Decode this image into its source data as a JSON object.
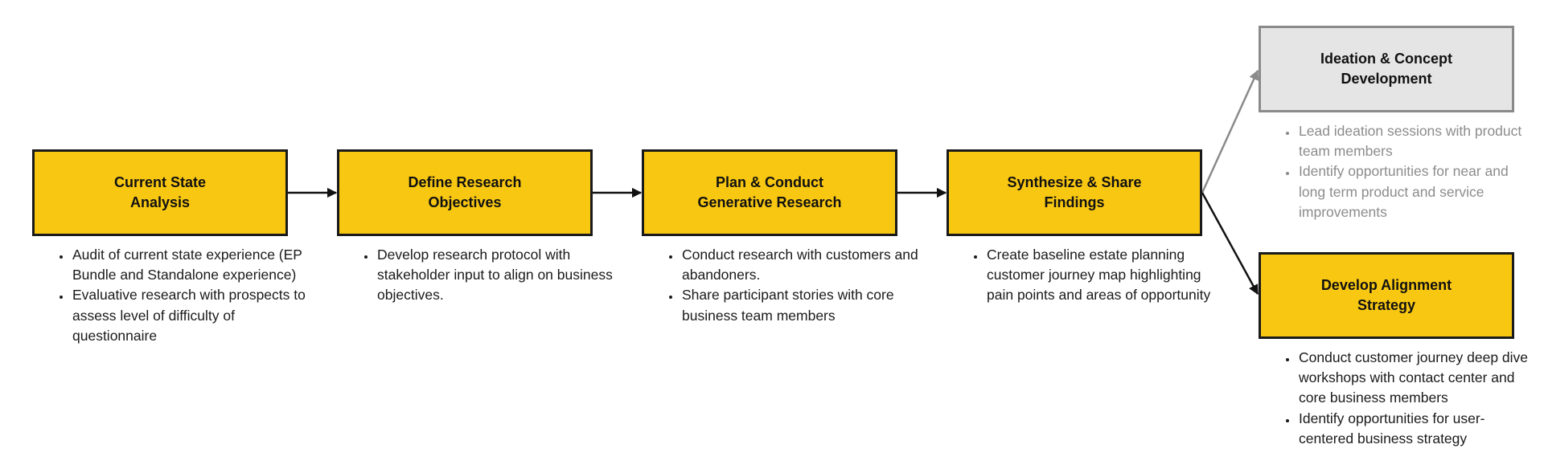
{
  "stages": [
    {
      "id": "current-state-analysis",
      "title_lines": [
        "Current State",
        "Analysis"
      ],
      "bullets": [
        "Audit of current state experience (EP Bundle and Standalone experience)",
        "Evaluative research with prospects to assess level of difficulty of questionnaire"
      ]
    },
    {
      "id": "define-research-objectives",
      "title_lines": [
        "Define Research",
        "Objectives"
      ],
      "bullets": [
        "Develop research protocol with stakeholder input to align on business objectives."
      ]
    },
    {
      "id": "plan-conduct-generative-research",
      "title_lines": [
        "Plan & Conduct",
        "Generative Research"
      ],
      "bullets": [
        "Conduct research with customers and abandoners.",
        "Share participant stories with core business team members"
      ]
    },
    {
      "id": "synthesize-share-findings",
      "title_lines": [
        "Synthesize & Share",
        "Findings"
      ],
      "bullets": [
        "Create baseline estate planning customer journey map highlighting pain points and areas of opportunity"
      ]
    },
    {
      "id": "ideation-concept-development",
      "title_lines": [
        "Ideation & Concept",
        "Development"
      ],
      "bullets": [
        "Lead ideation sessions with product team members",
        "Identify opportunities for near and long term product and service improvements"
      ],
      "state": "muted"
    },
    {
      "id": "develop-alignment-strategy",
      "title_lines": [
        "Develop Alignment",
        "Strategy"
      ],
      "bullets": [
        "Conduct customer journey deep dive workshops with contact center and core business members",
        "Identify opportunities for user-centered business strategy"
      ]
    }
  ],
  "colors": {
    "box_fill": "#f8c712",
    "box_border": "#1a1a1a",
    "muted_fill": "#e5e5e5",
    "muted_border": "#8a8a8a",
    "muted_text": "#8c8c8c",
    "arrow": "#111111",
    "muted_arrow": "#8a8a8a"
  }
}
